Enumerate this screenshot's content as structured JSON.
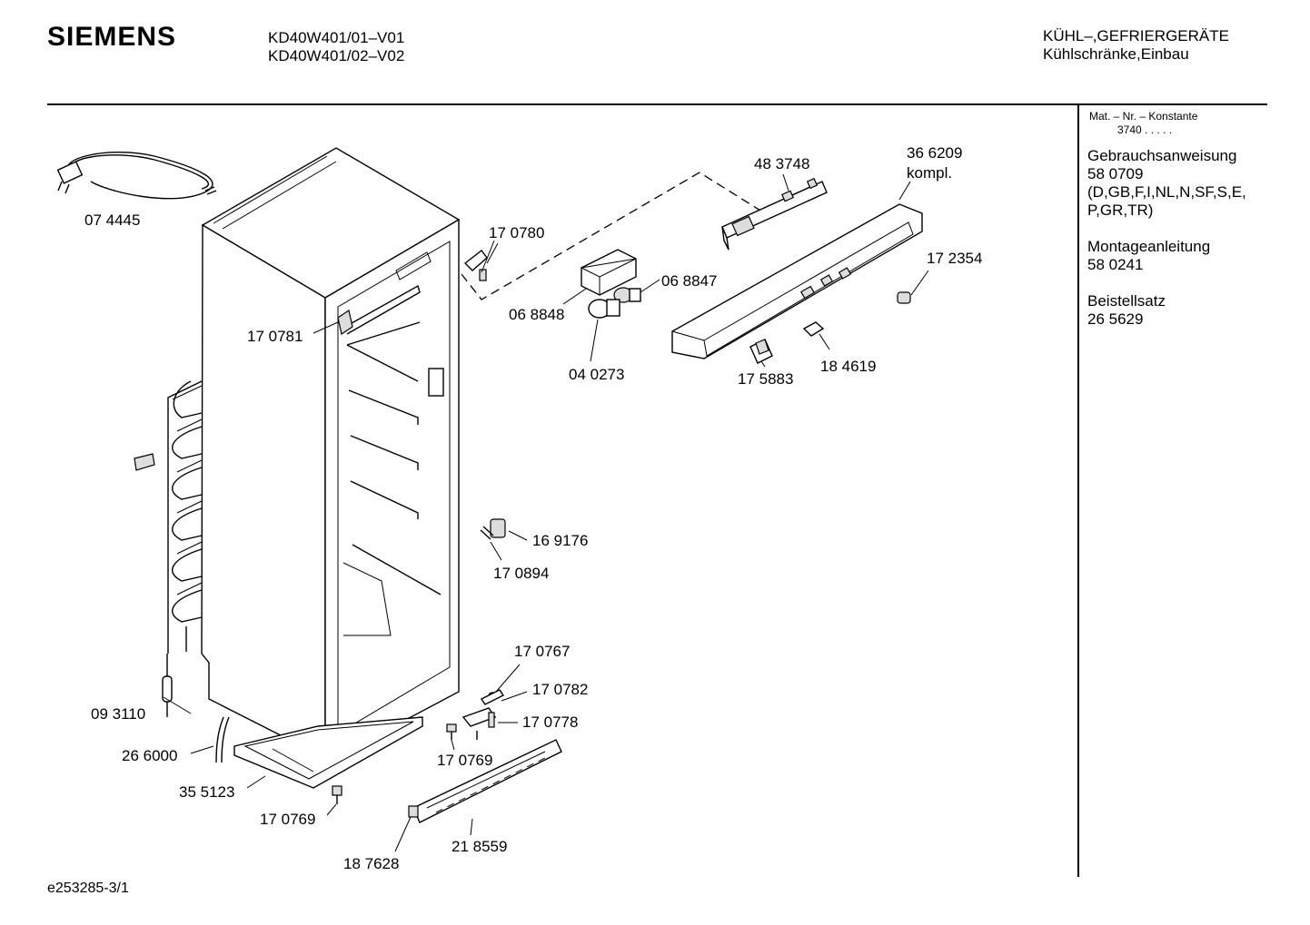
{
  "header": {
    "brand": "SIEMENS",
    "model_line_1": "KD40W401/01–V01",
    "model_line_2": "KD40W401/02–V02",
    "category_line_1": "KÜHL–,GEFRIERGERÄTE",
    "category_line_2": "Kühlschränke,Einbau"
  },
  "side_panel": {
    "mat_title": "Mat. – Nr. – Konstante",
    "mat_value": "3740  .  .  .  .  .",
    "manual_title": "Gebrauchsanweisung",
    "manual_number": "58 0709",
    "manual_langs_1": "(D,GB,F,I,NL,N,SF,S,E,",
    "manual_langs_2": "P,GR,TR)",
    "assembly_title": "Montageanleitung",
    "assembly_number": "58 0241",
    "kit_title": "Beistellsatz",
    "kit_number": "26 5629"
  },
  "parts": {
    "p074445": "07 4445",
    "p170780": "17 0780",
    "p170781": "17 0781",
    "p068848": "06 8848",
    "p068847": "06 8847",
    "p040273": "04 0273",
    "p483748": "48 3748",
    "p366209": "36 6209",
    "p366209b": "kompl.",
    "p172354": "17 2354",
    "p175883": "17 5883",
    "p184619": "18 4619",
    "p169176": "16 9176",
    "p170894": "17 0894",
    "p170767": "17 0767",
    "p170782": "17 0782",
    "p170778": "17 0778",
    "p170769a": "17 0769",
    "p093110": "09 3110",
    "p266000": "26 6000",
    "p355123": "35 5123",
    "p170769b": "17 0769",
    "p218559": "21 8559",
    "p187628": "18 7628"
  },
  "footer": {
    "drawing_id": "e253285-3/1"
  }
}
